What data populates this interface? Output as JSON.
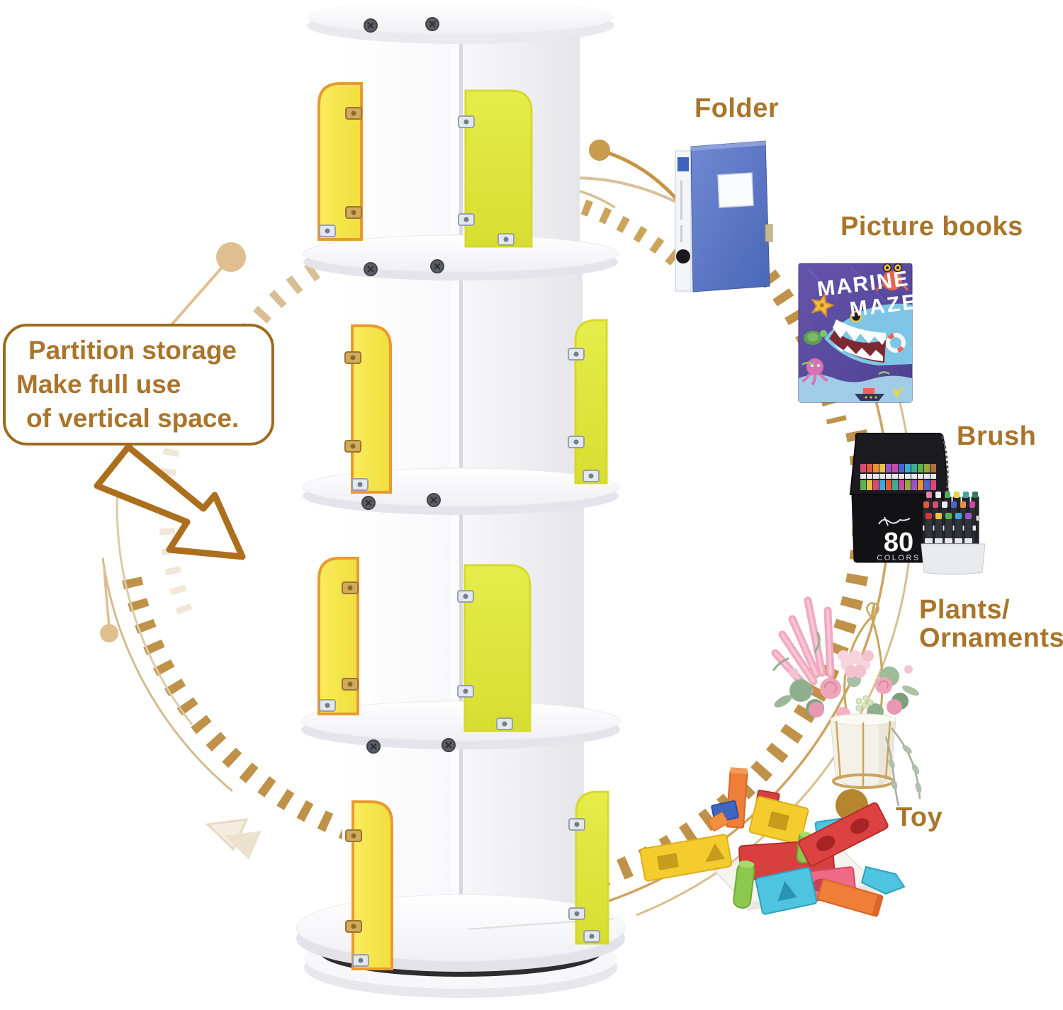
{
  "callout": {
    "line1": "Partition storage",
    "line2": "Make full use",
    "line3": "of vertical space."
  },
  "labels": {
    "folder": "Folder",
    "picture_books": "Picture books",
    "brush": "Brush",
    "plants_line1": "Plants/",
    "plants_line2": "Ornaments",
    "toy": "Toy"
  },
  "products": {
    "picture_book": {
      "title_line1": "MARINE",
      "title_line2": "MAZE"
    },
    "marker_set": {
      "count": "80",
      "count_unit": "COLORS"
    }
  },
  "colors": {
    "label_brown": "#A9752B",
    "callout_border": "#9C6B1E",
    "arrow_brown": "#AC6F1E",
    "arc_gold": "#C09148",
    "arc_light_tan": "#D9C096",
    "dot_dark_gold": "#B5862F",
    "partition_orange_edge": "#E89A30",
    "partition_yellow": "#F6EA4E",
    "partition_green": "#DFE63C",
    "folder_blue": "#5B79C8",
    "book_purple": "#5A4A9E",
    "marker_case_black": "#121215",
    "flower_pink": "#EFA6BB",
    "shelf_white": "#FFFFFF"
  }
}
